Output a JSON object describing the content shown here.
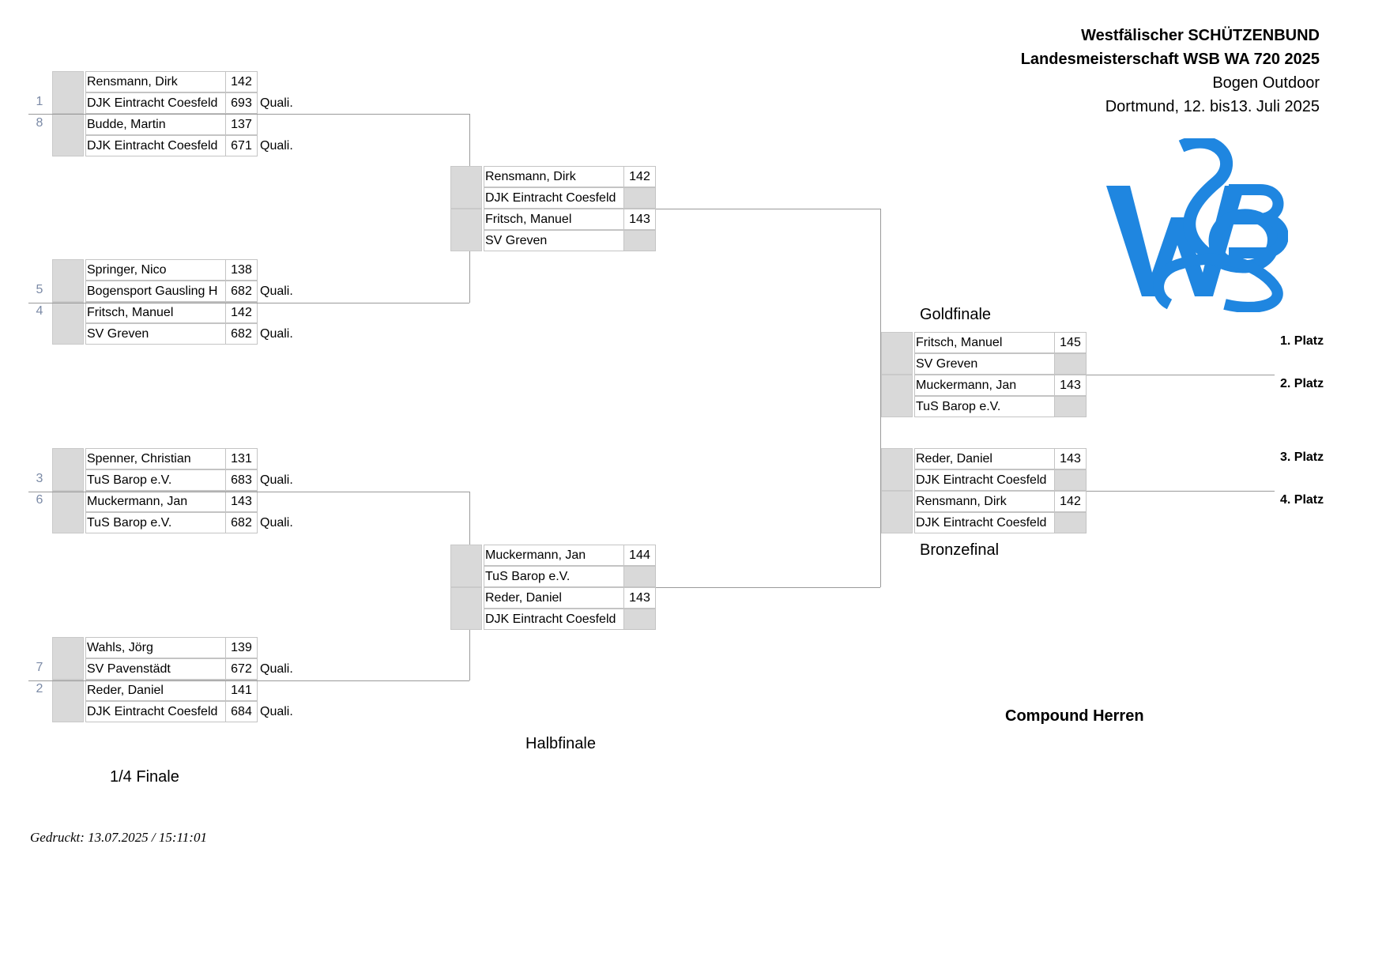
{
  "header": {
    "org": "Westfälischer SCHÜTZENBUND",
    "event": "Landesmeisterschaft WSB WA 720 2025",
    "discipline": "Bogen Outdoor",
    "place_date": "Dortmund, 12. bis13. Juli 2025"
  },
  "logo": {
    "text": "WSB",
    "color": "#1f86e0"
  },
  "quarterfinals": [
    {
      "a": {
        "seed": "1",
        "name": "Rensmann, Dirk",
        "club": "DJK Eintracht Coesfeld",
        "score": "142",
        "quali": "693",
        "quali_label": "Quali."
      },
      "b": {
        "seed": "8",
        "name": "Budde, Martin",
        "club": "DJK Eintracht Coesfeld",
        "score": "137",
        "quali": "671",
        "quali_label": "Quali."
      }
    },
    {
      "a": {
        "seed": "5",
        "name": "Springer, Nico",
        "club": "Bogensport Gausling H",
        "score": "138",
        "quali": "682",
        "quali_label": "Quali."
      },
      "b": {
        "seed": "4",
        "name": "Fritsch, Manuel",
        "club": "SV Greven",
        "score": "142",
        "quali": "682",
        "quali_label": "Quali."
      }
    },
    {
      "a": {
        "seed": "3",
        "name": "Spenner, Christian",
        "club": "TuS Barop e.V.",
        "score": "131",
        "quali": "683",
        "quali_label": "Quali."
      },
      "b": {
        "seed": "6",
        "name": "Muckermann, Jan",
        "club": "TuS Barop e.V.",
        "score": "143",
        "quali": "682",
        "quali_label": "Quali."
      }
    },
    {
      "a": {
        "seed": "7",
        "name": "Wahls, Jörg",
        "club": "SV Pavenstädt",
        "score": "139",
        "quali": "672",
        "quali_label": "Quali."
      },
      "b": {
        "seed": "2",
        "name": "Reder, Daniel",
        "club": "DJK Eintracht Coesfeld",
        "score": "141",
        "quali": "684",
        "quali_label": "Quali."
      }
    }
  ],
  "semifinals": [
    {
      "a": {
        "name": "Rensmann, Dirk",
        "club": "DJK Eintracht Coesfeld",
        "score": "142"
      },
      "b": {
        "name": "Fritsch, Manuel",
        "club": "SV Greven",
        "score": "143"
      }
    },
    {
      "a": {
        "name": "Muckermann, Jan",
        "club": "TuS Barop e.V.",
        "score": "144"
      },
      "b": {
        "name": "Reder, Daniel",
        "club": "DJK Eintracht Coesfeld",
        "score": "143"
      }
    }
  ],
  "gold": {
    "label": "Goldfinale",
    "a": {
      "name": "Fritsch, Manuel",
      "club": "SV Greven",
      "score": "145",
      "place": "1. Platz"
    },
    "b": {
      "name": "Muckermann, Jan",
      "club": "TuS Barop e.V.",
      "score": "143",
      "place": "2. Platz"
    }
  },
  "bronze": {
    "label": "Bronzefinal",
    "a": {
      "name": "Reder, Daniel",
      "club": "DJK Eintracht Coesfeld",
      "score": "143",
      "place": "3. Platz"
    },
    "b": {
      "name": "Rensmann, Dirk",
      "club": "DJK Eintracht Coesfeld",
      "score": "142",
      "place": "4. Platz"
    }
  },
  "labels": {
    "quarterfinal": "1/4 Finale",
    "semifinal": "Halbfinale",
    "category": "Compound Herren"
  },
  "footer": {
    "printed": "Gedruckt: 13.07.2025 / 15:11:01"
  }
}
